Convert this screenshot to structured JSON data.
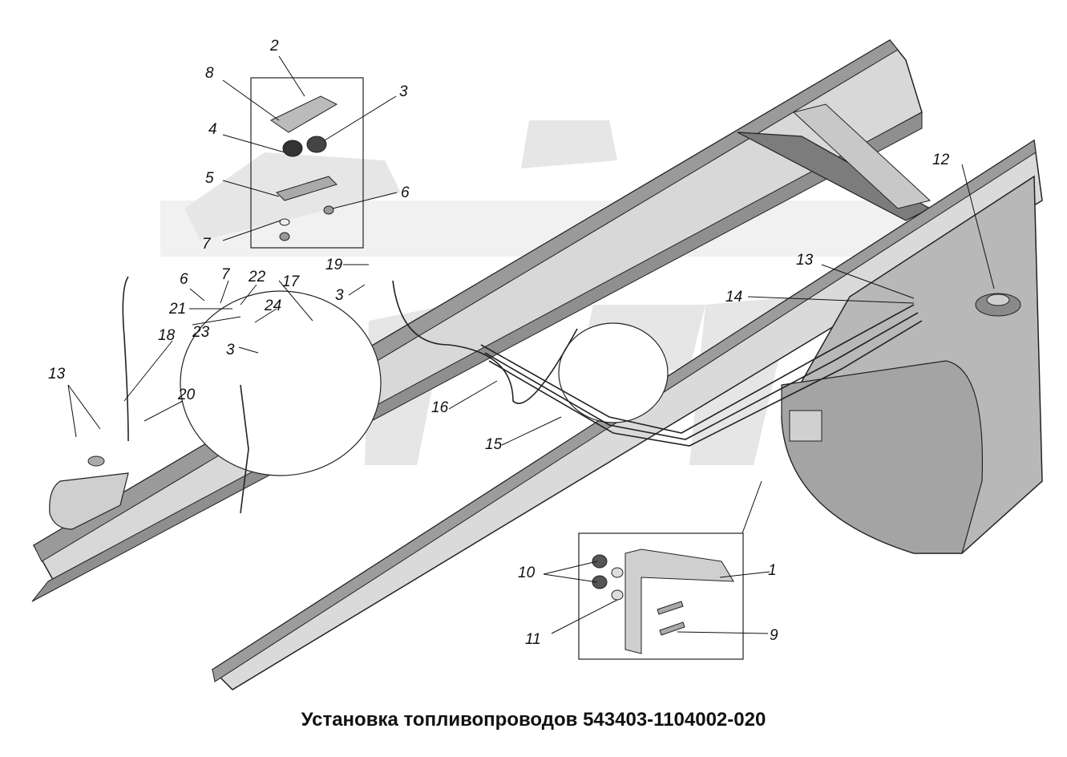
{
  "caption": "Установка топливопроводов 543403-1104002-020",
  "colors": {
    "frame": "#d6d6d6",
    "frame_dark": "#8a8a8a",
    "tank": "#b4b4b4",
    "watermark": "#e4e4e4",
    "line": "#111111"
  },
  "callouts": [
    "1",
    "2",
    "3",
    "3",
    "3",
    "4",
    "5",
    "6",
    "6",
    "7",
    "7",
    "8",
    "9",
    "10",
    "11",
    "12",
    "13",
    "13",
    "14",
    "15",
    "16",
    "17",
    "18",
    "19",
    "20",
    "21",
    "22",
    "23",
    "24"
  ]
}
